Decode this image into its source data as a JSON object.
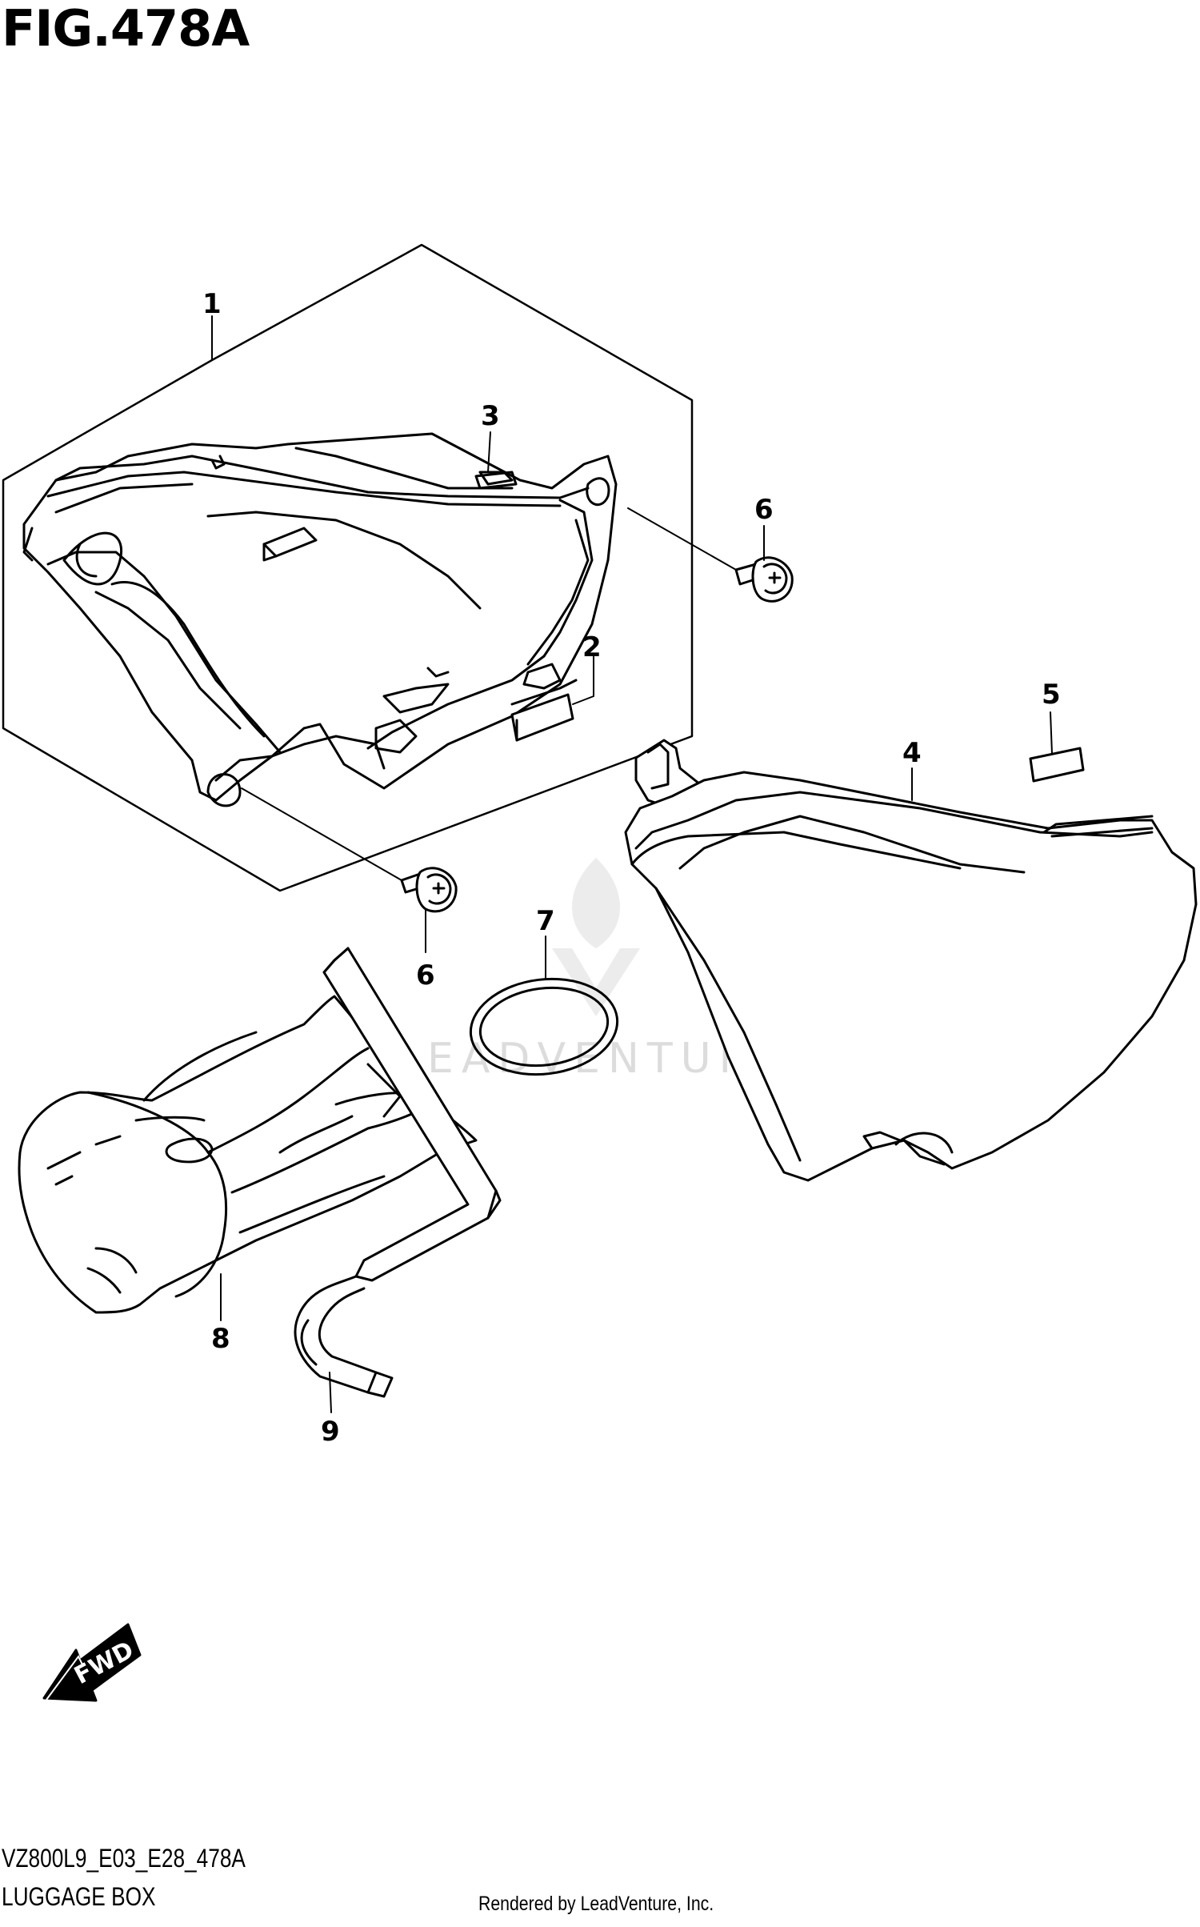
{
  "figure": {
    "title": "FIG.478A",
    "code": "VZ800L9_E03_E28_478A",
    "caption": "LUGGAGE BOX",
    "credit": "Rendered by LeadVenture, Inc."
  },
  "callouts": [
    {
      "id": "1",
      "label": "1"
    },
    {
      "id": "2",
      "label": "2"
    },
    {
      "id": "3",
      "label": "3"
    },
    {
      "id": "4",
      "label": "4"
    },
    {
      "id": "5",
      "label": "5"
    },
    {
      "id": "6a",
      "label": "6"
    },
    {
      "id": "6b",
      "label": "6"
    },
    {
      "id": "7",
      "label": "7"
    },
    {
      "id": "8",
      "label": "8"
    },
    {
      "id": "9",
      "label": "9"
    }
  ],
  "direction_badge": {
    "label": "FWD"
  },
  "watermark": {
    "text": "LEADVENTURE"
  }
}
